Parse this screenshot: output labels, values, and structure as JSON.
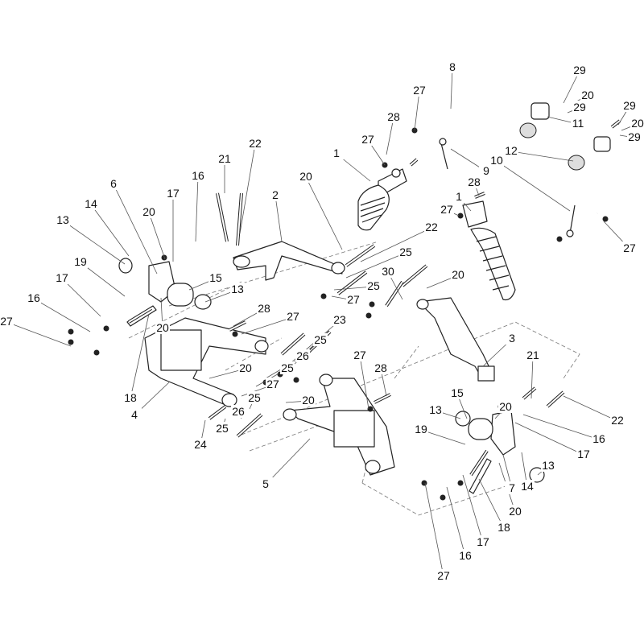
{
  "diagram": {
    "title": "Rear suspension exploded parts diagram",
    "callouts": [
      "29",
      "20",
      "29",
      "11",
      "29",
      "20",
      "29",
      "8",
      "27",
      "28",
      "27",
      "1",
      "20",
      "2",
      "12",
      "10",
      "28",
      "9",
      "1",
      "27",
      "27",
      "22",
      "25",
      "30",
      "25",
      "27",
      "20",
      "22",
      "21",
      "16",
      "17",
      "6",
      "20",
      "14",
      "13",
      "19",
      "15",
      "13",
      "17",
      "16",
      "27",
      "20",
      "18",
      "28",
      "27",
      "23",
      "25",
      "26",
      "25",
      "20",
      "27",
      "25",
      "26",
      "20",
      "25",
      "24",
      "4",
      "5",
      "3",
      "27",
      "28",
      "21",
      "22",
      "15",
      "20",
      "13",
      "16",
      "17",
      "19",
      "13",
      "14",
      "7",
      "20",
      "18",
      "17",
      "16",
      "27"
    ]
  }
}
